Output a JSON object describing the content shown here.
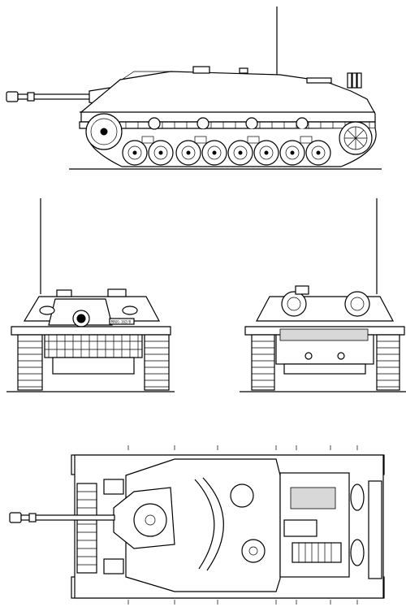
{
  "drawing": {
    "views": [
      {
        "id": "side",
        "label": ""
      },
      {
        "id": "front",
        "label": ""
      },
      {
        "id": "rear",
        "label": ""
      },
      {
        "id": "top",
        "label": ""
      }
    ],
    "plate_text": "MAGG-162/0"
  }
}
